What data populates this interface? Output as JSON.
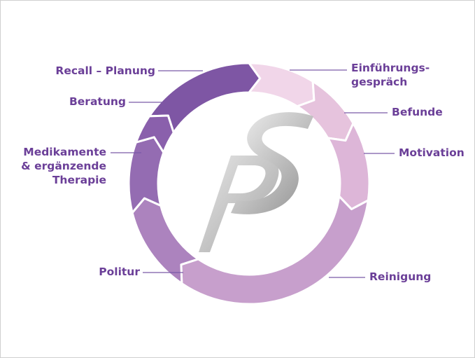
{
  "colors": {
    "frame_border": "#cfcfcf",
    "label_text": "#6b3f98",
    "connector_line": "#7a5aa8",
    "gap": "#ffffff",
    "logo_gray_light": "#e4e4e4",
    "logo_gray_dark": "#9a9a9a"
  },
  "cycle": {
    "segments": [
      {
        "id": "recall",
        "color": "#7e56a4"
      },
      {
        "id": "einfuehrung",
        "color": "#f1d6e9"
      },
      {
        "id": "befunde",
        "color": "#e6c3dd"
      },
      {
        "id": "motivation",
        "color": "#ddb6d8"
      },
      {
        "id": "reinigung",
        "color": "#c79fcc"
      },
      {
        "id": "politur",
        "color": "#ac83be"
      },
      {
        "id": "medikamente",
        "color": "#946cb2"
      },
      {
        "id": "beratung",
        "color": "#8a60ac"
      }
    ]
  },
  "labels": {
    "recall": "Recall – Planung",
    "einfuehrung_line1": "Einführungs-",
    "einfuehrung_line2": "gespräch",
    "befunde": "Befunde",
    "motivation": "Motivation",
    "reinigung": "Reinigung",
    "politur": "Politur",
    "medikamente_line1": "Medikamente",
    "medikamente_line2": "& ergänzende",
    "medikamente_line3": "Therapie",
    "beratung": "Beratung"
  },
  "logo": {
    "icon": "pS-logo-icon",
    "text": "pS"
  }
}
